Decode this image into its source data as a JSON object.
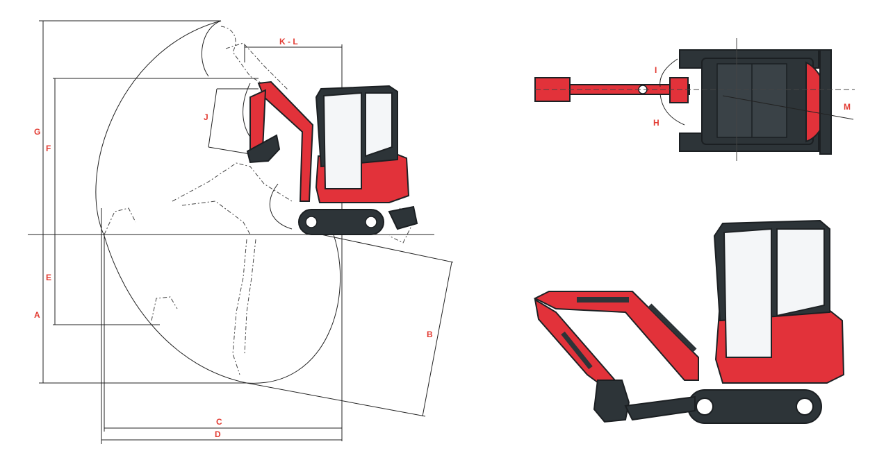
{
  "colors": {
    "accent_red": "#e2323a",
    "dark_body": "#2d3438",
    "label_red": "#e23b32"
  },
  "labels": {
    "G": "G",
    "F": "F",
    "E": "E",
    "A": "A",
    "J": "J",
    "KL": "K - L",
    "B": "B",
    "C": "C",
    "D": "D",
    "I": "I",
    "H": "H",
    "M": "M"
  }
}
